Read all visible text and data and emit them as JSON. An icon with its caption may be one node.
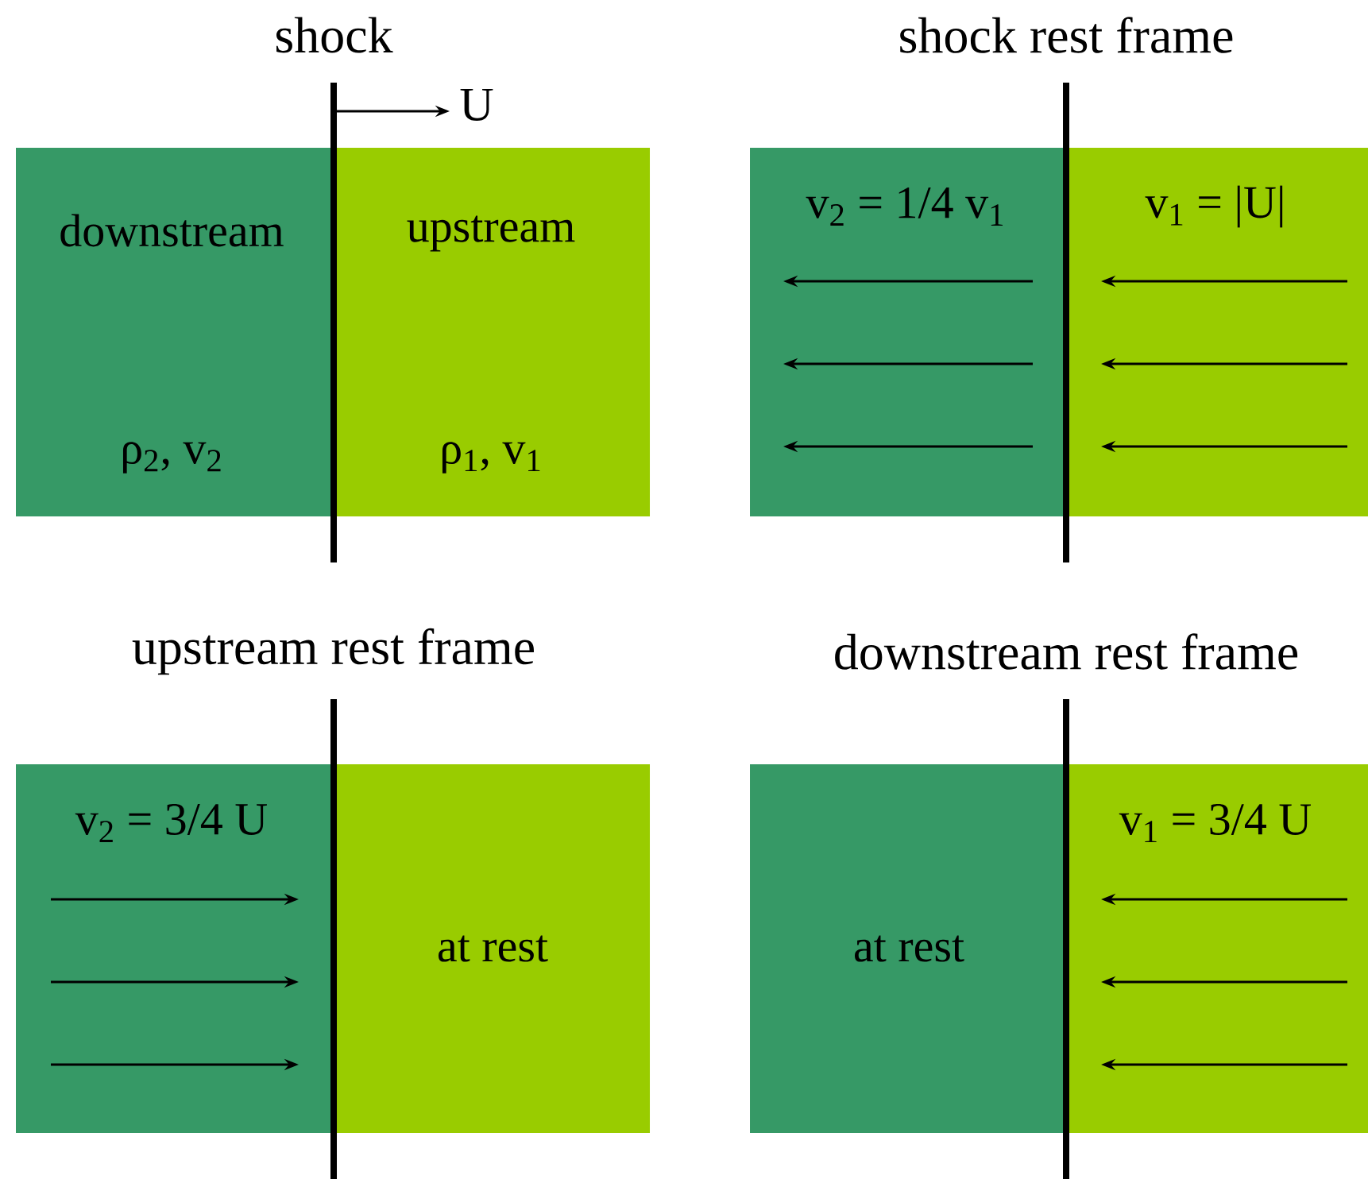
{
  "diagram": {
    "nodes": [
      {
        "text": [
          "downstream",
          "ρ$_{2}$, v$_{2}$"
        ]
      },
      {
        "text": [
          "upstream",
          "ρ$_{1}$, v$_{1}$"
        ]
      },
      {
        "text": [
          "v$_{2}$ = 1/4 v$_{1}$"
        ]
      },
      {
        "text": [
          "v$_{1}$ = |U|"
        ]
      },
      {
        "text": [
          "v$_{2}$ = 3/4 U"
        ]
      },
      {
        "text": [
          "at rest"
        ]
      },
      {
        "text": [
          "at rest"
        ]
      },
      {
        "text": [
          "v$_{1}$ = 3/4 U"
        ]
      }
    ],
    "labels": [
      "shock",
      "U",
      "shock rest frame",
      "upstream rest frame",
      "downstream rest frame"
    ]
  }
}
